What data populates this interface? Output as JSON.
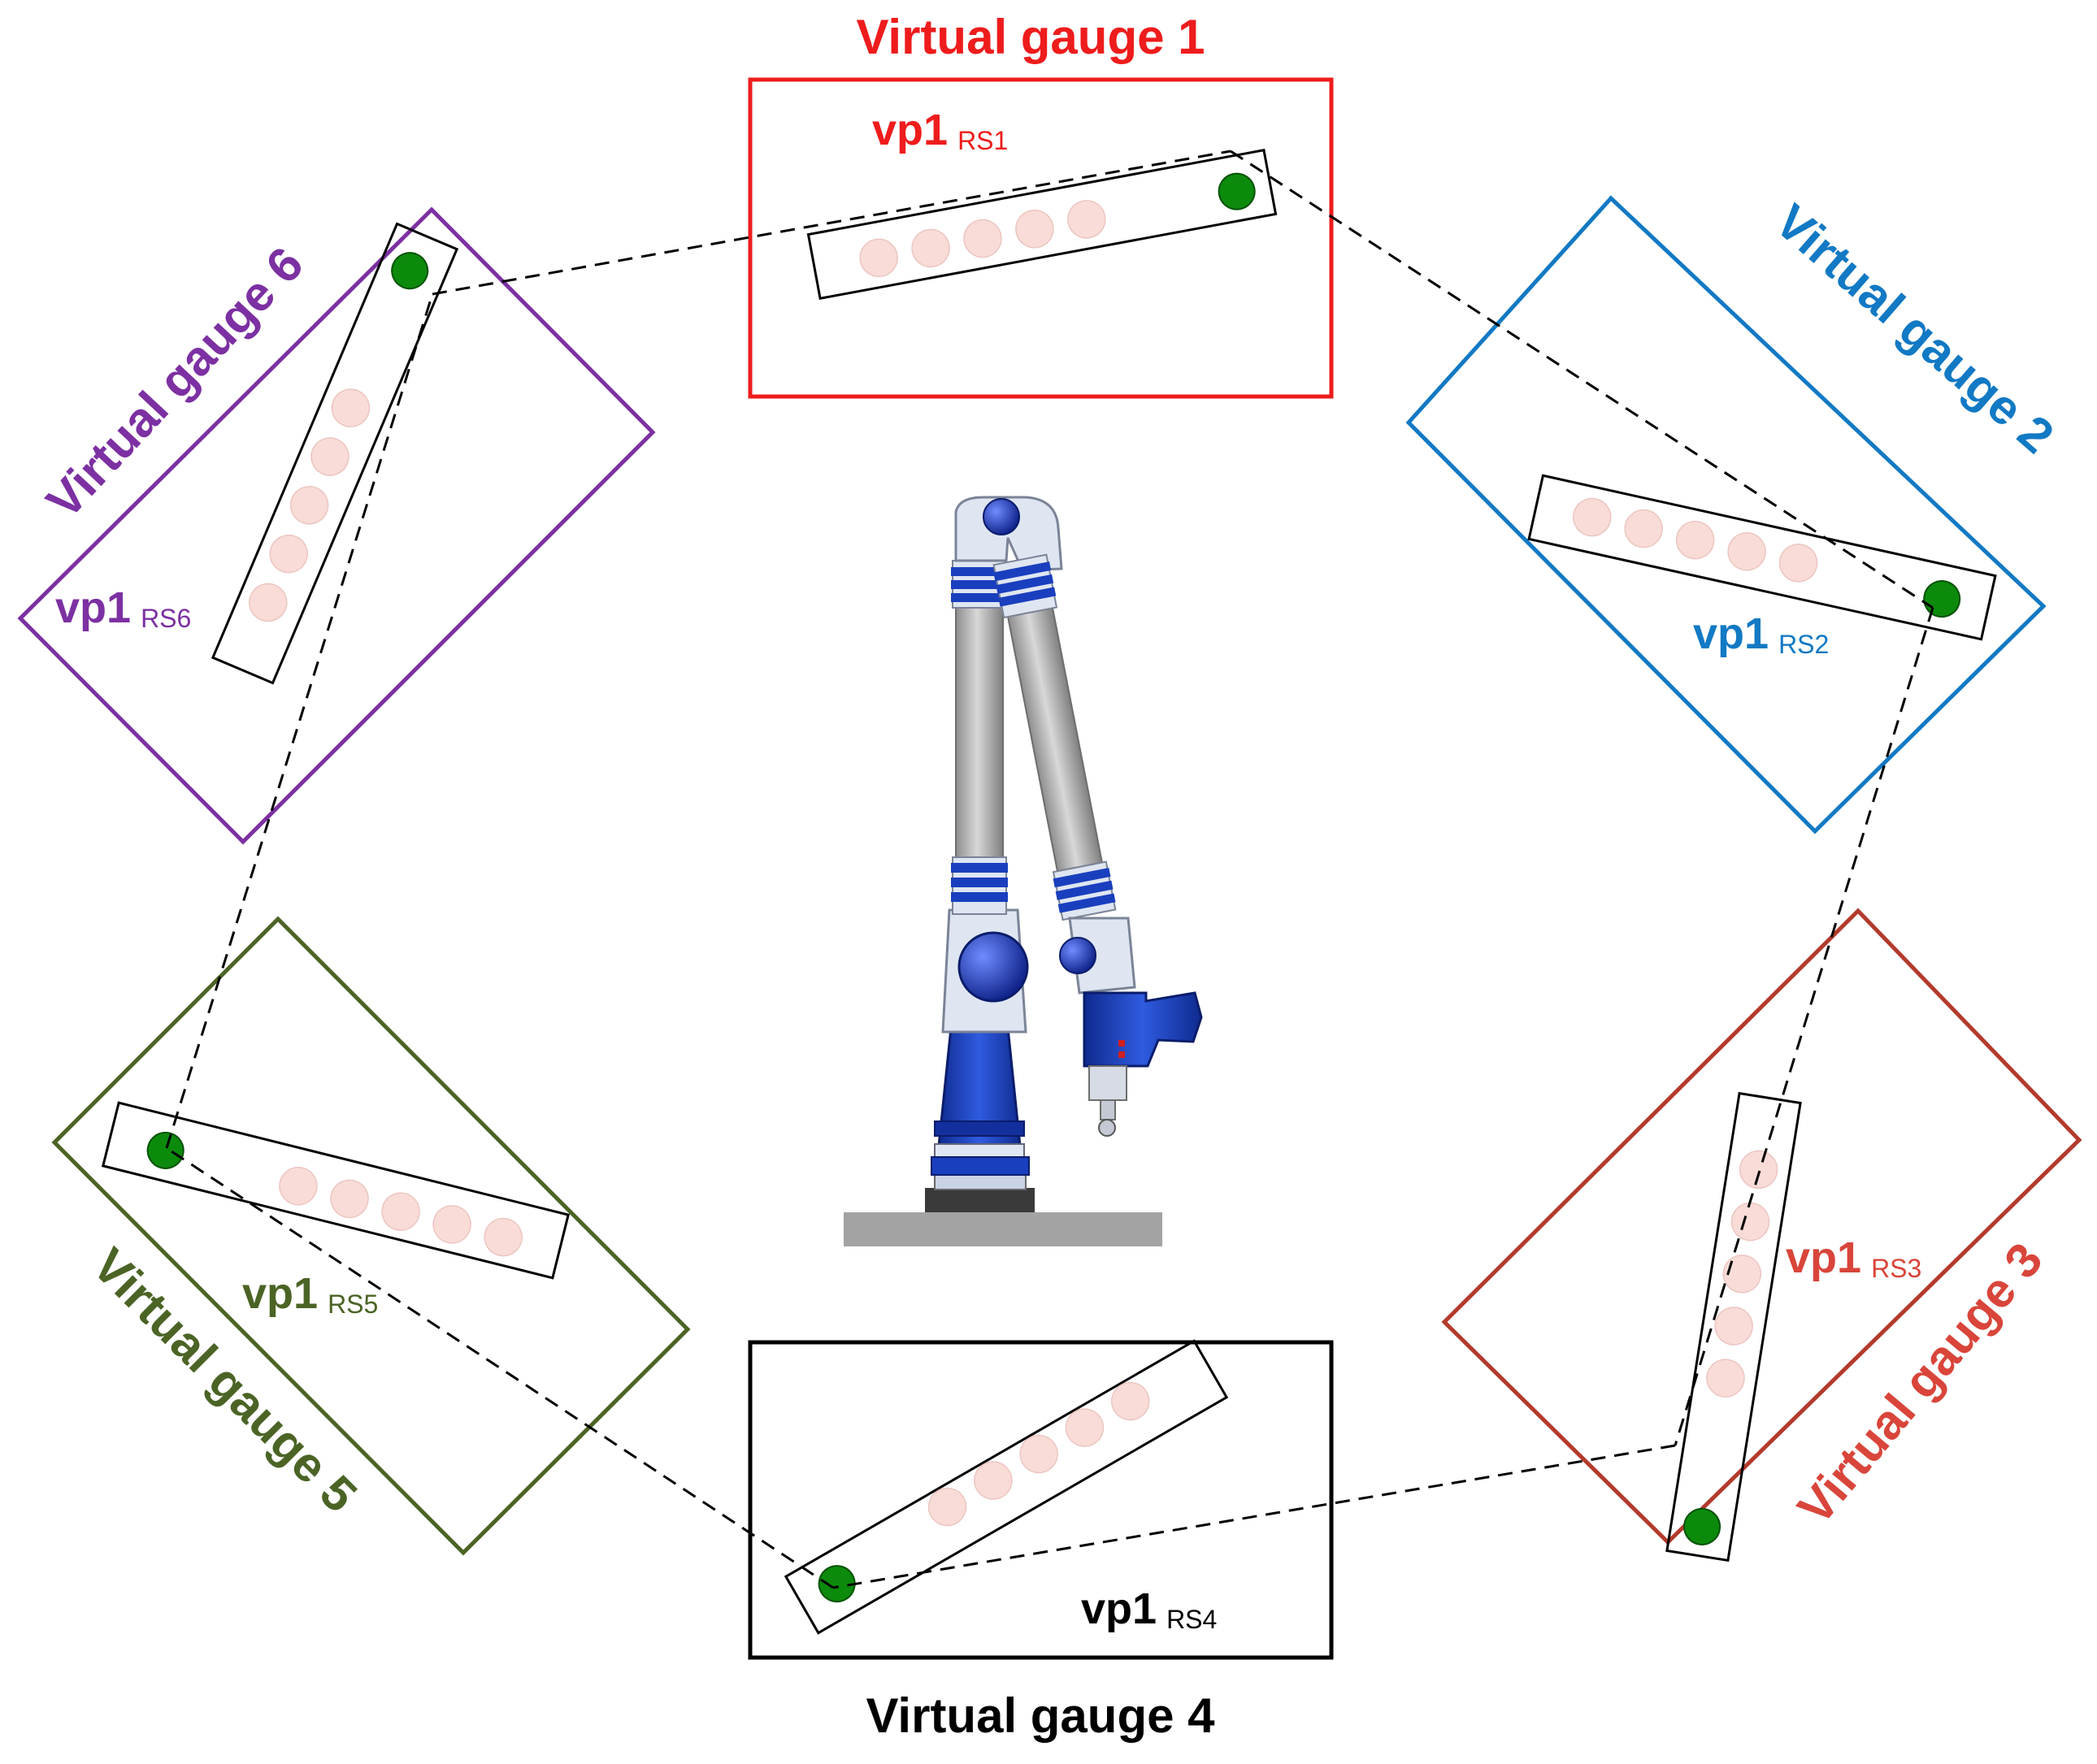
{
  "colors": {
    "gauge1": "#ee1c1c",
    "gauge2": "#1279c4",
    "gauge3": "#b33a2c",
    "gauge4": "#000000",
    "gauge5": "#4b6425",
    "gauge6": "#7c30a2",
    "vp_point": "#0c8a0c",
    "ghost_point": "#f9dcd8",
    "arm_blue": "#1a3fbe",
    "arm_grey": "#a9a9a9"
  },
  "gauges": [
    {
      "title": "Virtual gauge 1",
      "vp_label": "vp1",
      "vp_sub": "RS1"
    },
    {
      "title": "Virtual gauge 2",
      "vp_label": "vp1",
      "vp_sub": "RS2"
    },
    {
      "title": "Virtual gauge 3",
      "vp_label": "vp1",
      "vp_sub": "RS3"
    },
    {
      "title": "Virtual gauge 4",
      "vp_label": "vp1",
      "vp_sub": "RS4"
    },
    {
      "title": "Virtual gauge 5",
      "vp_label": "vp1",
      "vp_sub": "RS5"
    },
    {
      "title": "Virtual gauge 6",
      "vp_label": "vp1",
      "vp_sub": "RS6"
    }
  ],
  "icons": {
    "center": "articulated-arm-cmm-icon"
  }
}
